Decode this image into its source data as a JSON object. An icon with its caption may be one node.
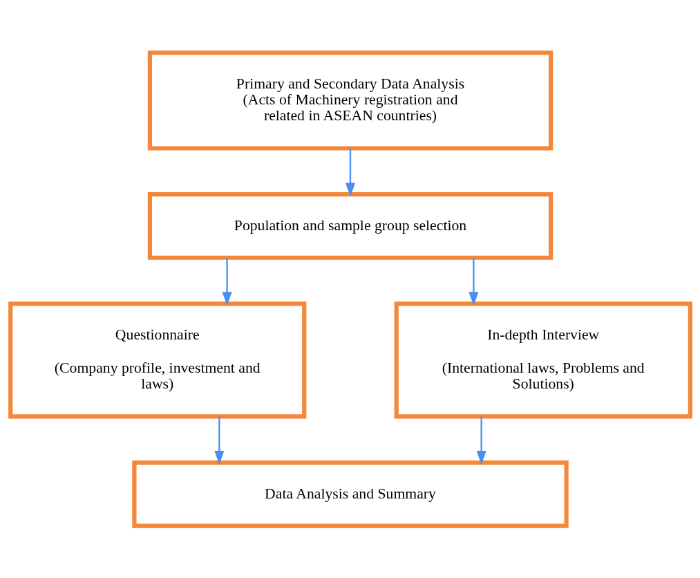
{
  "diagram": {
    "nodes": [
      {
        "text": [
          "Primary and Secondary Data Analysis (Acts of Machinery registration and related in ASEAN countries)"
        ]
      },
      {
        "text": [
          "Population and sample group selection"
        ]
      },
      {
        "text": [
          "Questionnaire",
          "(Company profile, investment and laws)"
        ]
      },
      {
        "text": [
          "In-depth Interview",
          "(International laws, Problems and Solutions)"
        ]
      },
      {
        "text": [
          "Data Analysis and Summary"
        ]
      }
    ],
    "edges": [
      {
        "from": 0,
        "to": 1,
        "arrow": "to"
      },
      {
        "from": 1,
        "to": 2,
        "arrow": "to"
      },
      {
        "from": 1,
        "to": 3,
        "arrow": "to"
      },
      {
        "from": 2,
        "to": 4,
        "arrow": "to"
      },
      {
        "from": 3,
        "to": 4,
        "arrow": "to"
      }
    ]
  }
}
